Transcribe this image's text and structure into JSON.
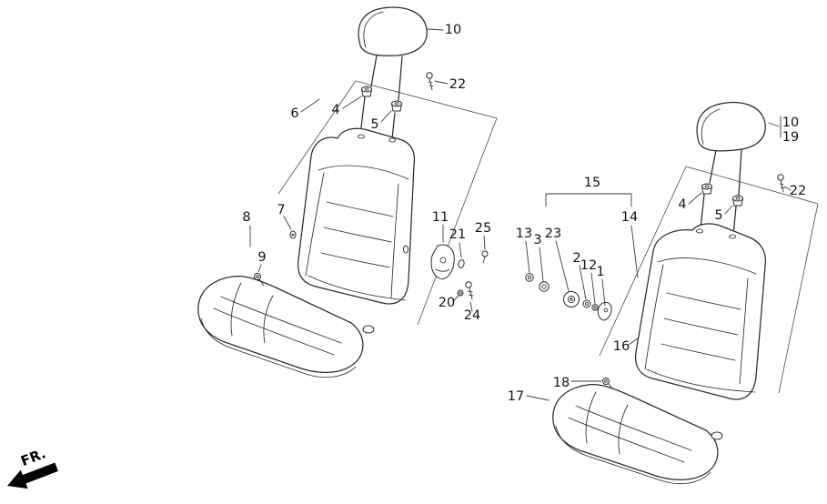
{
  "diagram": {
    "fr_label": "FR.",
    "colors": {
      "ink": "#2b2b2b",
      "background": "#ffffff"
    },
    "callouts": {
      "left_10": "10",
      "left_22": "22",
      "left_4": "4",
      "left_5": "5",
      "left_6": "6",
      "left_7": "7",
      "left_8": "8",
      "left_9": "9",
      "left_11": "11",
      "left_21": "21",
      "left_25": "25",
      "left_20": "20",
      "left_24": "24",
      "center_15": "15",
      "center_14": "14",
      "center_13": "13",
      "center_3": "3",
      "center_23": "23",
      "center_2": "2",
      "center_12": "12",
      "center_1": "1",
      "center_16": "16",
      "center_18": "18",
      "center_17": "17",
      "right_10": "10",
      "right_19": "19",
      "right_22": "22",
      "right_4": "4",
      "right_5": "5"
    }
  }
}
